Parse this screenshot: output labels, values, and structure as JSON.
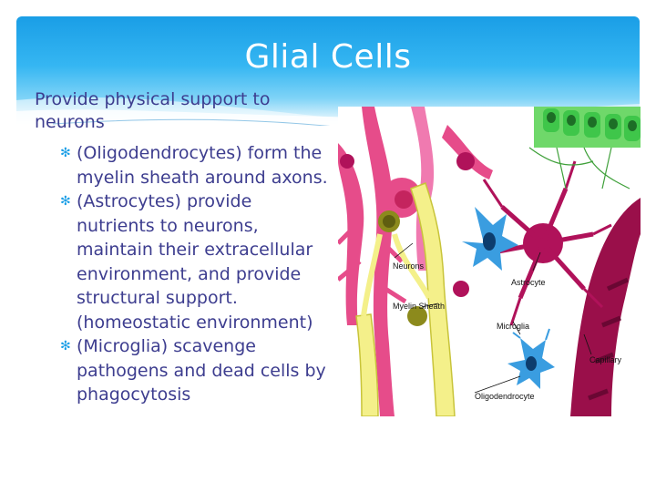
{
  "slide": {
    "title": "Glial Cells",
    "intro": "Provide physical support to neurons",
    "bullets": [
      {
        "text": "(Oligodendrocytes) form the myelin sheath around axons."
      },
      {
        "text": "(Astrocytes) provide nutrients to neurons, maintain their extracellular environment, and provide structural support. (homeostatic environment)"
      },
      {
        "text": "(Microglia) scavenge pathogens and dead cells by phagocytosis"
      }
    ],
    "bullet_marker": "✻"
  },
  "figure": {
    "labels": {
      "neurons": "Neurons",
      "myelin_sheath": "Myelin Sheath",
      "astrocyte": "Astrocyte",
      "microglia": "Microglia",
      "capillary": "Capillary",
      "oligodendrocyte": "Oligodendrocyte"
    },
    "colors": {
      "neuron": "#e64c8a",
      "myelin": "#f4f08a",
      "astrocyte": "#b0125a",
      "microglia": "#3a9de0",
      "capillary": "#9a0f4a",
      "ependymal": "#3fc64a"
    }
  },
  "theme": {
    "accent": "#1a9ee6",
    "text": "#3d3d8f"
  }
}
